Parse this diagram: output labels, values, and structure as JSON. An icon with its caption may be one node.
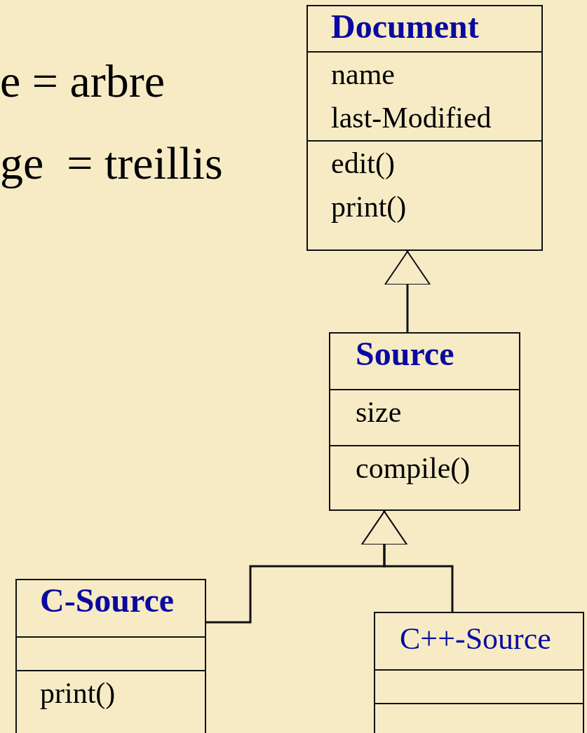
{
  "diagram": {
    "nodes": [
      {
        "text": [
          "Document",
          "name last-Modified",
          "edit() print()"
        ]
      },
      {
        "text": [
          "Source",
          "size",
          "compile()"
        ]
      },
      {
        "text": [
          "C-Source",
          "print()"
        ]
      },
      {
        "text": [
          "C++-Source"
        ]
      }
    ],
    "edges": [
      {
        "from": 1,
        "to": 0,
        "arrow": "to"
      },
      {
        "from": 2,
        "to": 1,
        "arrow": "to"
      },
      {
        "from": 3,
        "to": 1,
        "arrow": "to"
      }
    ],
    "labels": [
      "e = arbre",
      "ge  = treillis"
    ]
  }
}
